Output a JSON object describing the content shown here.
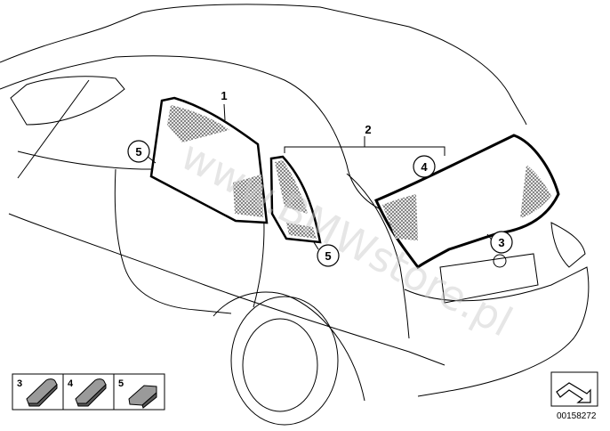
{
  "watermark": "www.BMWstore.pl",
  "callouts": {
    "c1": "1",
    "c2": "2",
    "c3": "3",
    "c4": "4",
    "c5a": "5",
    "c5b": "5"
  },
  "legend": [
    {
      "label": "3",
      "icon": "wedge-clip-icon"
    },
    {
      "label": "4",
      "icon": "wedge-clip-icon"
    },
    {
      "label": "5",
      "icon": "flat-clip-icon"
    }
  ],
  "diagram_code": "00158272",
  "colors": {
    "line": "#000000",
    "mesh": "#7a7a7a",
    "background": "#ffffff"
  }
}
